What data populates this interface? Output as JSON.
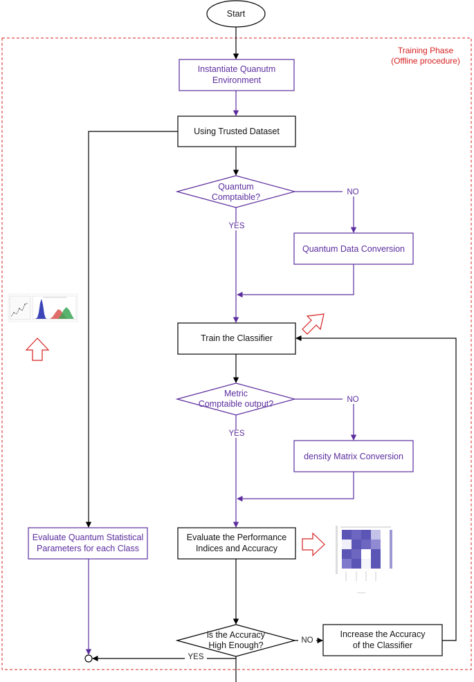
{
  "diagram": {
    "start": "Start",
    "phase": {
      "line1": "Training Phase",
      "line2": "(Offline procedure)"
    },
    "nodes": {
      "instantiate": {
        "line1": "Instantiate Quanutm",
        "line2": "Environment"
      },
      "dataset": "Using Trusted Dataset",
      "quantum_decision": {
        "line1": "Quantum",
        "line2": "Comptaible?"
      },
      "quantum_conversion": "Quantum Data Conversion",
      "train": "Train the Classifier",
      "metric_decision": {
        "line1": "Metric",
        "line2": "Comptaible output?"
      },
      "density_conversion": "density Matrix Conversion",
      "evaluate_performance": {
        "line1": "Evaluate the Performance",
        "line2": "Indices and Accuracy"
      },
      "evaluate_statistics": {
        "line1": "Evaluate Quantum Statistical",
        "line2": "Parameters for each Class"
      },
      "accuracy_decision": {
        "line1": "is the Accuracy",
        "line2": "High Enough?"
      },
      "increase_accuracy": {
        "line1": "Increase the Accuracy",
        "line2": "of the Classifier"
      }
    },
    "edges": {
      "quantum_no": "NO",
      "quantum_yes": "YES",
      "metric_no": "NO",
      "metric_yes": "YES",
      "accuracy_no": "NO",
      "accuracy_yes": "YES"
    },
    "colors": {
      "purple": "#5b2d9e",
      "red_dashed": "#d62020",
      "black": "#000000",
      "histogram_blue": "#3b45b8",
      "histogram_red": "#d9534f",
      "histogram_green": "#3aa655",
      "heatmap_purple": "#5b55b5"
    }
  }
}
